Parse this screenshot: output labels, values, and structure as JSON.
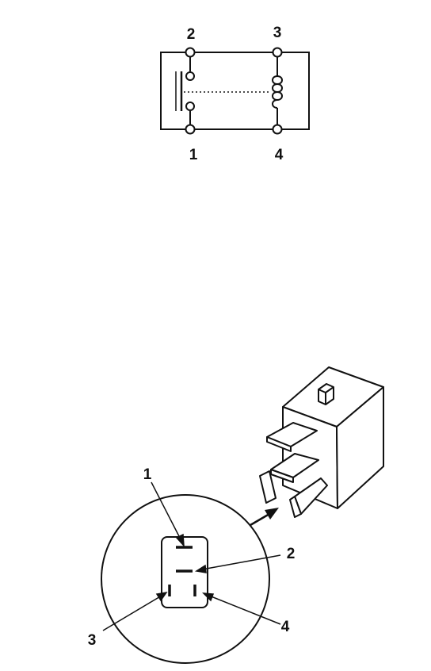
{
  "schematic": {
    "pin_labels": {
      "top_left": "2",
      "top_right": "3",
      "bottom_left": "1",
      "bottom_right": "4"
    }
  },
  "connector": {
    "callouts": {
      "pin_1": "1",
      "pin_2": "2",
      "pin_3": "3",
      "pin_4": "4"
    }
  },
  "colors": {
    "line": "#111111",
    "background": "#ffffff"
  }
}
